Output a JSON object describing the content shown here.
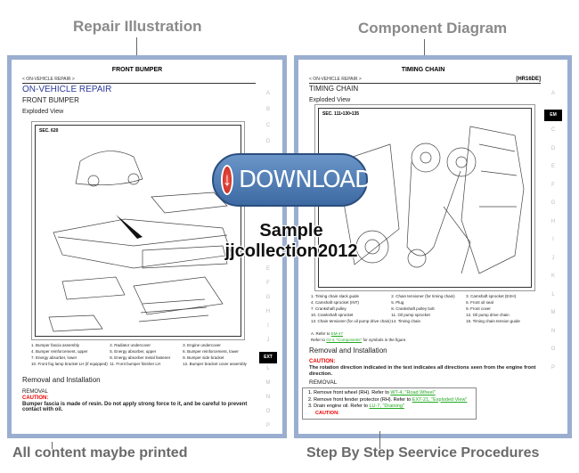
{
  "captions": {
    "top_left": "Repair Illustration",
    "top_right": "Component Diagram",
    "bottom_left": "All content maybe printed",
    "bottom_right": "Step By Step Seervice Procedures"
  },
  "left_page": {
    "header": "FRONT BUMPER",
    "crumb": "< ON-VEHICLE REPAIR >",
    "title": "ON-VEHICLE REPAIR",
    "subtitle": "FRONT BUMPER",
    "section": "Exploded View",
    "sec_label": "SEC. 620",
    "side_tabs": [
      "A",
      "B",
      "C",
      "D",
      "E",
      "F",
      "G",
      "H",
      "I",
      "J",
      "EXT",
      "L",
      "M",
      "N",
      "O",
      "P"
    ],
    "active_tab": "EXT",
    "legend": [
      "1. Bumper fascia assembly",
      "2. Radiator undercover",
      "3. Engine undercover",
      "4. Bumper reinforcement, upper",
      "5. Energy absorber, upper",
      "6. Bumper reinforcement, lower",
      "7. Energy absorber, lower",
      "8. Energy absorber metal fastener",
      "9. Bumper side bracket",
      "10. Front fog lamp bracket LH (if equipped)",
      "11. Front bumper finisher LH",
      "12. Bumper bracket cover assembly"
    ],
    "removal_title": "Removal and Installation",
    "removal": "REMOVAL",
    "caution": "CAUTION:",
    "caution_text": "Bumper fascia is made of resin. Do not apply strong force to it, and be careful to prevent contact with oil."
  },
  "right_page": {
    "header": "TIMING CHAIN",
    "crumb": "< ON-VEHICLE REPAIR >",
    "code": "[HR16DE]",
    "title": "TIMING CHAIN",
    "section": "Exploded View",
    "sec_label": "SEC. 111•130•135",
    "side_tabs": [
      "A",
      "EM",
      "C",
      "D",
      "E",
      "F",
      "G",
      "H",
      "I",
      "J",
      "K",
      "L",
      "M",
      "N",
      "O",
      "P"
    ],
    "active_tab": "EM",
    "legend": [
      "1. Timing chain slack guide",
      "2. Chain tensioner (for timing chain)",
      "3. Camshaft sprocket (EXH)",
      "4. Camshaft sprocket (INT)",
      "5. Plug",
      "6. Front oil seal",
      "7. Crankshaft pulley",
      "8. Crankshaft pulley bolt",
      "9. Front cover",
      "10. Crankshaft sprocket",
      "11. Oil pump sprocket",
      "12. Oil pump drive chain",
      "13. Chain tensioner (for oil pump drive chain)",
      "14. Timing chain",
      "15. Timing chain tension guide"
    ],
    "note_a": "A. Refer to ",
    "note_a_link": "EM-47",
    "note_b": "Refer to ",
    "note_b_link": "GI-4, \"Components\"",
    "note_b_rest": " for symbols in the figure.",
    "removal_title": "Removal and Installation",
    "caution": "CAUTION:",
    "caution_text": "The rotation direction indicated in the text indicates all directions seen from the engine front direction.",
    "removal": "REMOVAL",
    "steps": [
      {
        "text": "1. Remove front wheel (RH). Refer to ",
        "link": "WT-4, \"Road Wheel\""
      },
      {
        "text": "2. Remove front fender protector (RH). Refer to ",
        "link": "EXT-21, \"Exploded View\""
      },
      {
        "text": "3. Drain engine oil. Refer to ",
        "link": "LU-7, \"Draining\""
      }
    ],
    "step_caution": "CAUTION:"
  },
  "overlay": {
    "download_label": "DOWNLOAD",
    "watermark_line1": "Sample",
    "watermark_line2": "jjcollection2012"
  },
  "colors": {
    "frame": "#9aaed0",
    "button": "#4a78b0",
    "caution": "#ee0000"
  }
}
